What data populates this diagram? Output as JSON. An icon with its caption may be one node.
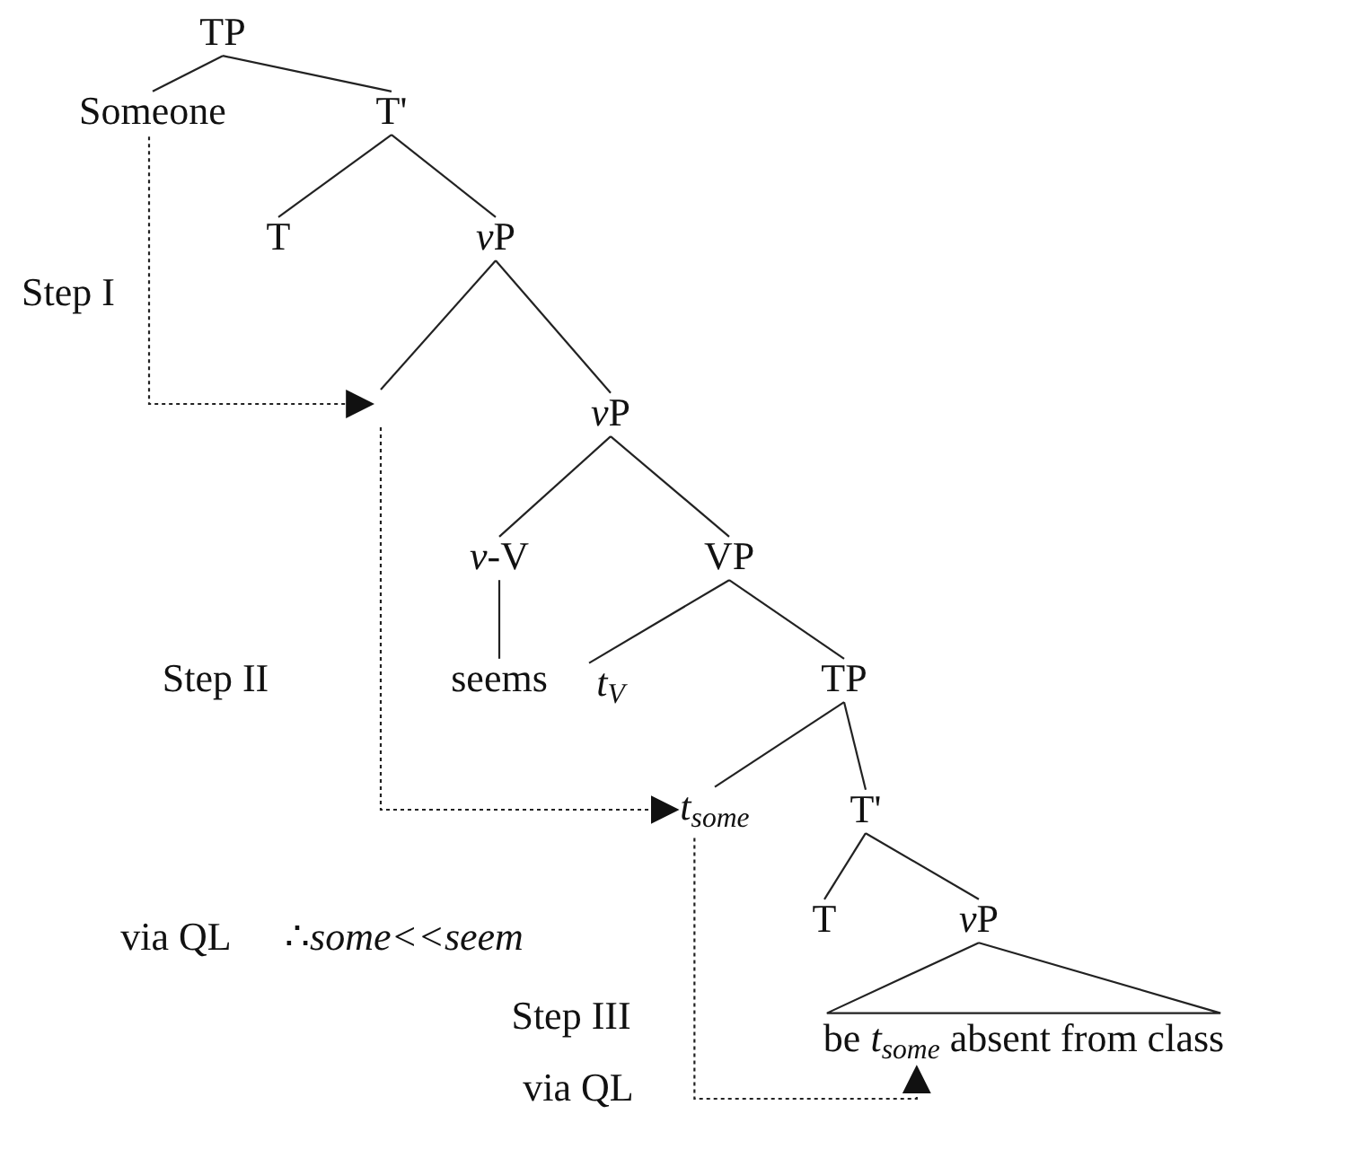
{
  "diagram": {
    "nodes": [
      {
        "text": [
          "TP"
        ]
      },
      {
        "text": [
          "Someone"
        ]
      },
      {
        "text": [
          "T'"
        ]
      },
      {
        "text": [
          "T"
        ]
      },
      {
        "text": [
          "vP"
        ]
      },
      {
        "text": [
          "vP"
        ]
      },
      {
        "text": [
          "*v*-V"
        ]
      },
      {
        "text": [
          "VP"
        ]
      },
      {
        "text": [
          "seems"
        ]
      },
      {
        "text": [
          "t$_{V}$"
        ]
      },
      {
        "text": [
          "TP"
        ]
      },
      {
        "text": [
          "t$_{some}$"
        ]
      },
      {
        "text": [
          "T'"
        ]
      },
      {
        "text": [
          "T"
        ]
      },
      {
        "text": [
          "vP"
        ]
      },
      {
        "text": [
          "be *t*$_{some}$ absent from class"
        ]
      }
    ],
    "edges": [
      {
        "from": 0,
        "to": 1,
        "arrow": "none"
      },
      {
        "from": 0,
        "to": 2,
        "arrow": "none"
      },
      {
        "from": 2,
        "to": 3,
        "arrow": "none"
      },
      {
        "from": 2,
        "to": 4,
        "arrow": "none"
      },
      {
        "from": 4,
        "to": null,
        "arrow": "none"
      },
      {
        "from": 4,
        "to": 5,
        "arrow": "none"
      },
      {
        "from": 5,
        "to": 6,
        "arrow": "none"
      },
      {
        "from": 5,
        "to": 7,
        "arrow": "none"
      },
      {
        "from": 6,
        "to": 8,
        "arrow": "none"
      },
      {
        "from": 7,
        "to": 9,
        "arrow": "none"
      },
      {
        "from": 7,
        "to": 10,
        "arrow": "none"
      },
      {
        "from": 10,
        "to": 11,
        "arrow": "none"
      },
      {
        "from": 10,
        "to": 12,
        "arrow": "none"
      },
      {
        "from": 12,
        "to": 13,
        "arrow": "none"
      },
      {
        "from": 12,
        "to": 14,
        "arrow": "none"
      },
      {
        "from": 14,
        "to": 15,
        "arrow": "none"
      },
      {
        "from": 1,
        "to": null,
        "arrow": "to",
        "style": "dashed"
      },
      {
        "from": null,
        "to": 11,
        "arrow": "to",
        "style": "dashed"
      },
      {
        "from": 11,
        "to": 15,
        "arrow": "to",
        "style": "dashed"
      }
    ],
    "labels": [
      "Step I",
      "Step II",
      "via QL",
      "∴*some<<seem*",
      "Step III",
      "via QL"
    ]
  }
}
